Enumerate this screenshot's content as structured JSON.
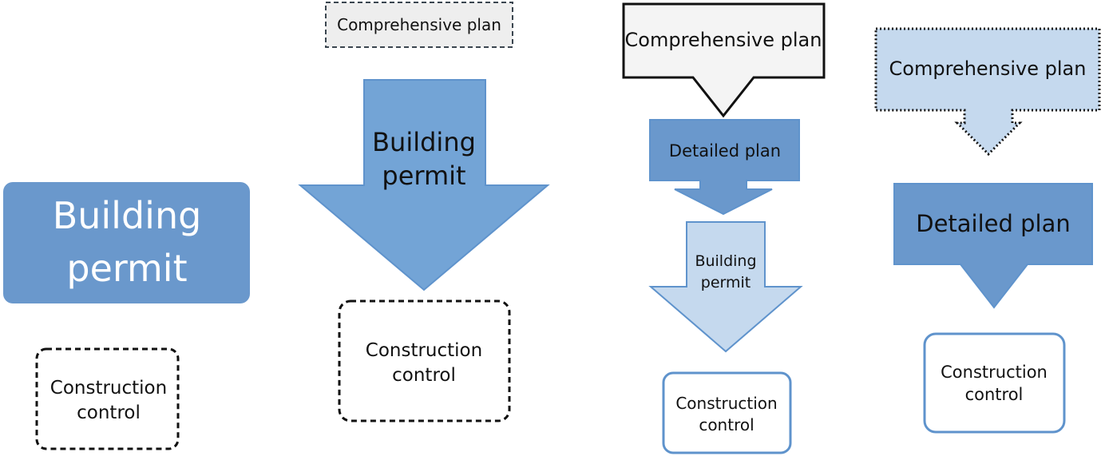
{
  "colors": {
    "blue_dark": "#6a98cc",
    "blue_mid": "#73a4d6",
    "blue_light": "#c5d9ee",
    "border_blue": "#5f93cc",
    "grey_fill": "#eeeeee",
    "outline_dark": "#111111",
    "outline_grey": "#3b4650"
  },
  "panel1": {
    "permit_line1": "Building",
    "permit_line2": "permit",
    "control_line1": "Construction",
    "control_line2": "control"
  },
  "panel2": {
    "plan_label": "Comprehensive plan",
    "permit_line1": "Building",
    "permit_line2": "permit",
    "control_line1": "Construction",
    "control_line2": "control"
  },
  "panel3": {
    "plan_label": "Comprehensive plan",
    "detailed_label": "Detailed plan",
    "permit_line1": "Building",
    "permit_line2": "permit",
    "control_line1": "Construction",
    "control_line2": "control"
  },
  "panel4": {
    "plan_label": "Comprehensive plan",
    "detailed_label": "Detailed plan",
    "control_line1": "Construction",
    "control_line2": "control"
  }
}
